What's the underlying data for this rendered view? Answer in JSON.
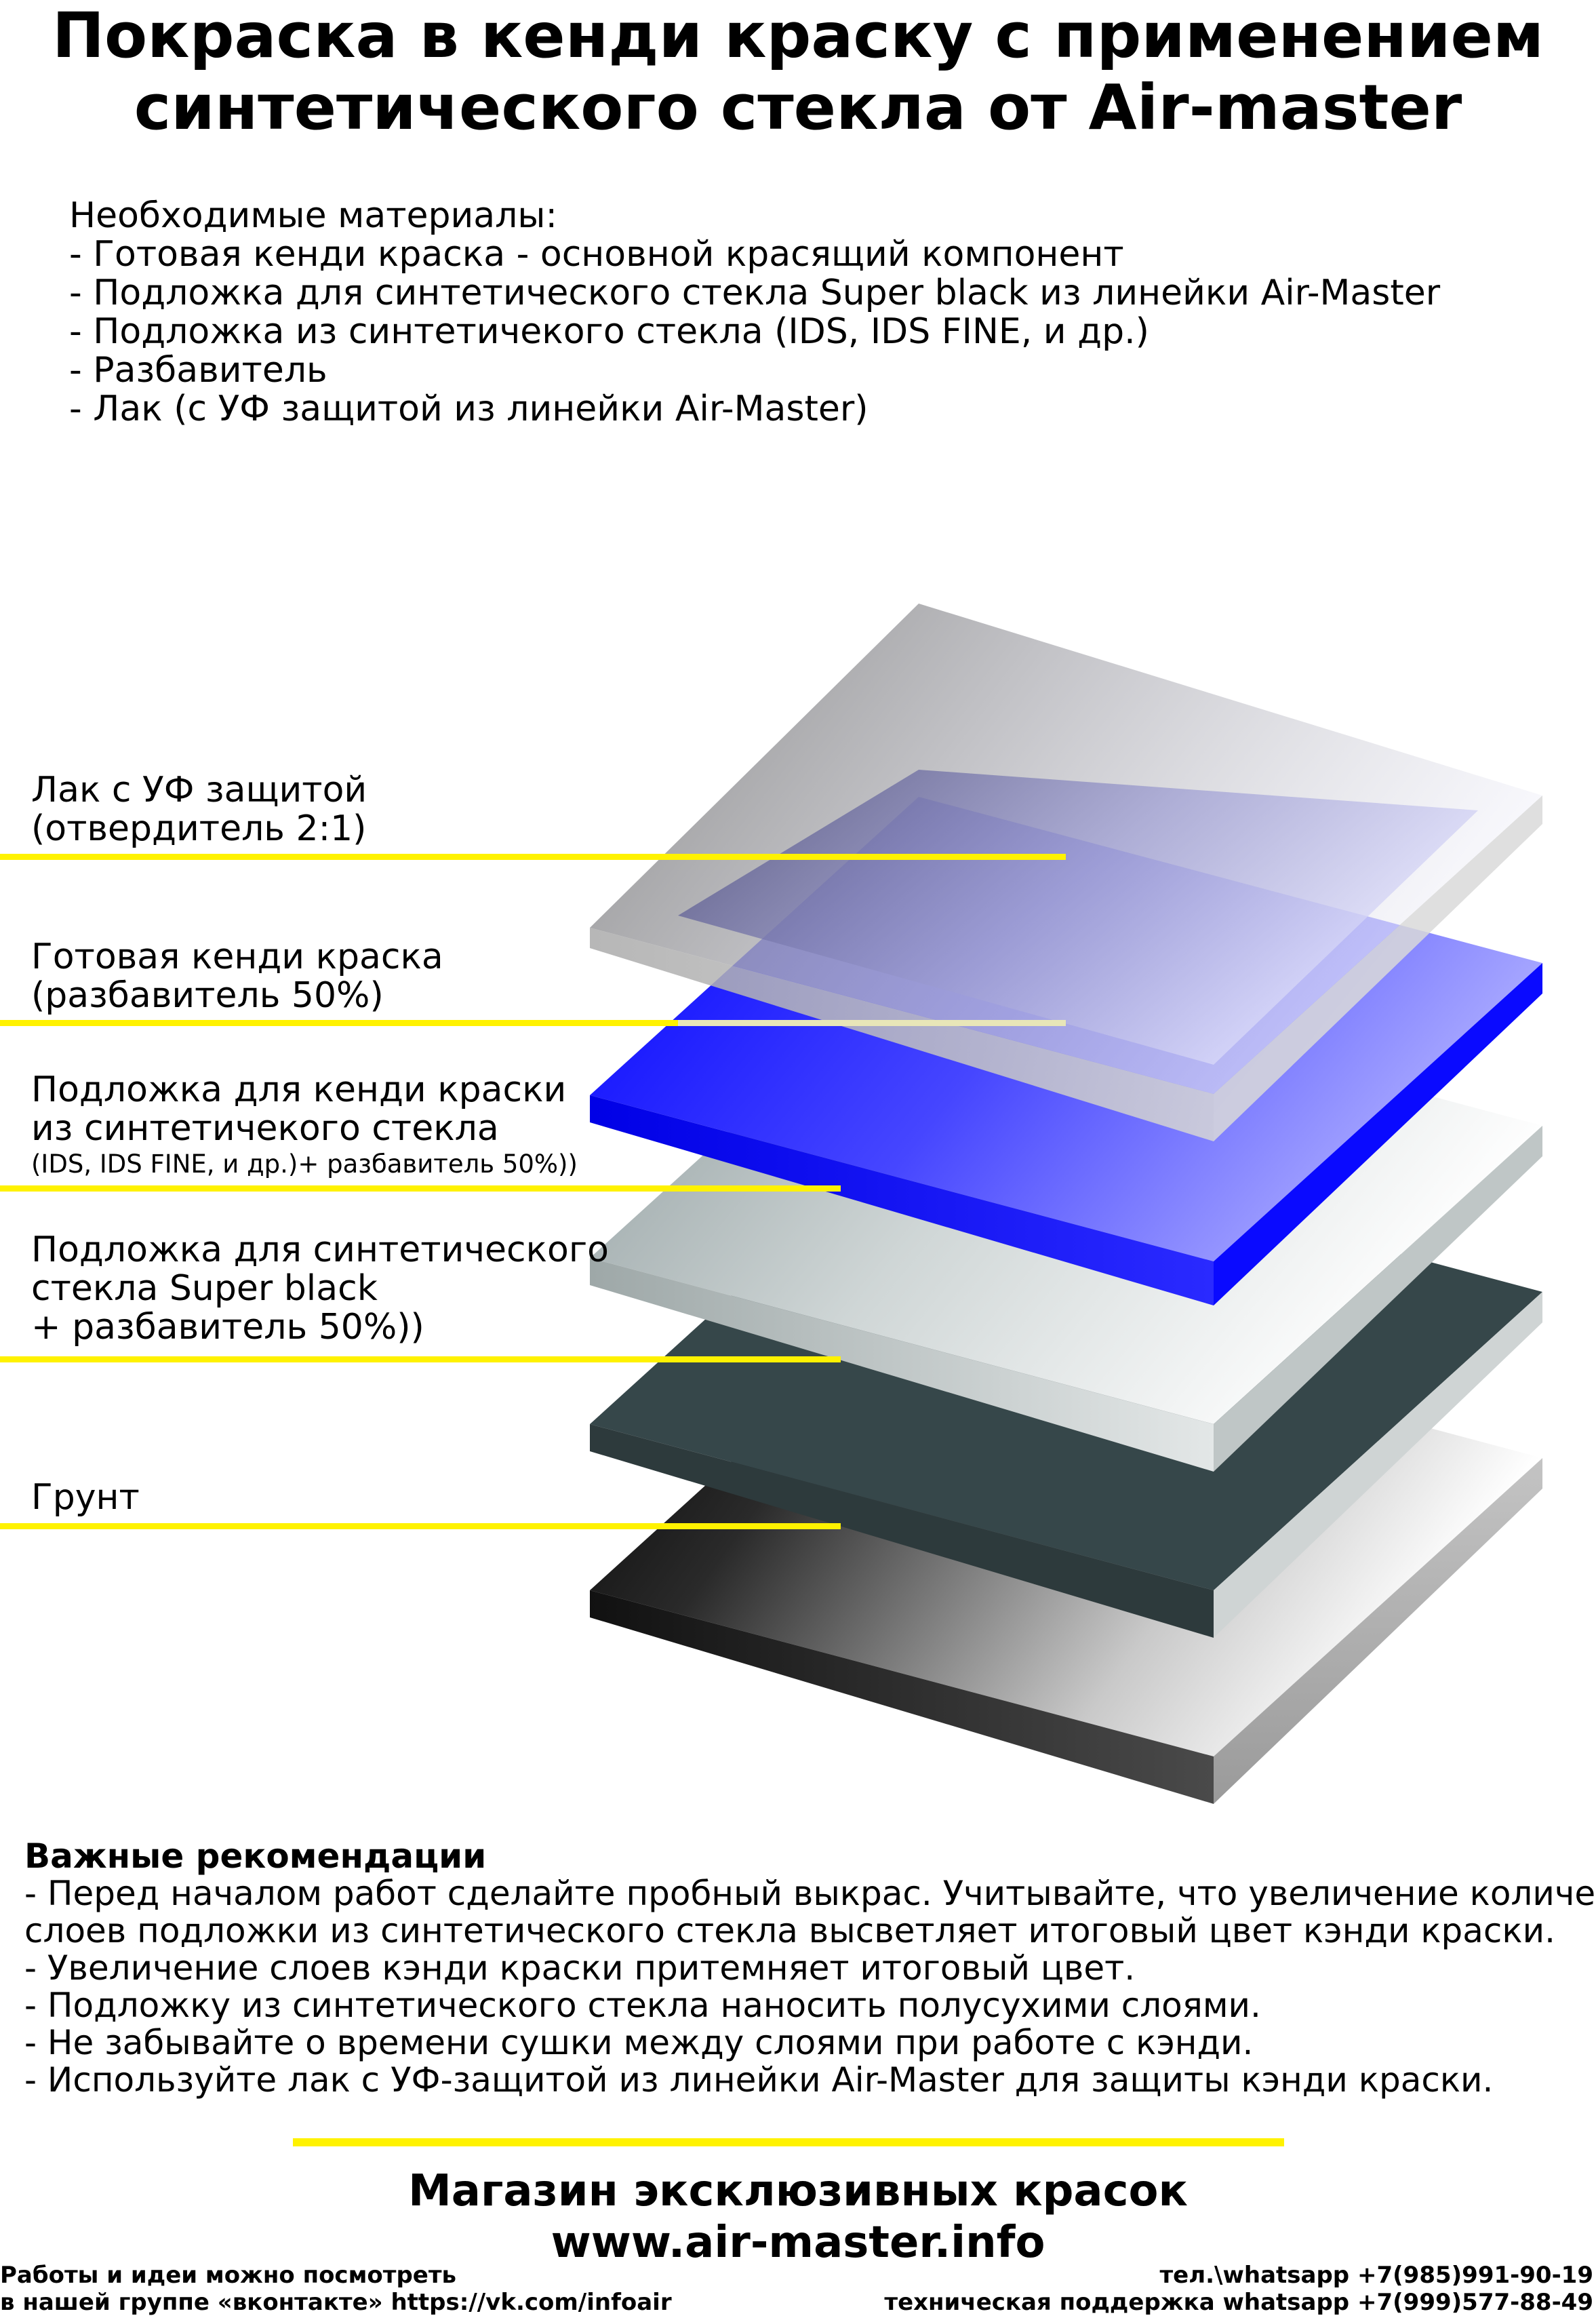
{
  "title": {
    "line1": "Покраска в кенди краску с применением",
    "line2": "синтетического стекла от Air-master"
  },
  "materials": {
    "heading": "Необходимые материалы:",
    "items": [
      "- Готовая кенди краска - основной красящий компонент",
      "- Подложка для синтетического стекла Super black из линейки Air-Master",
      "- Подложка из синтетичекого стекла (IDS, IDS FINE, и др.)",
      "- Разбавитель",
      "- Лак (с УФ защитой из линейки Air-Master)"
    ]
  },
  "layers": {
    "lacquer": {
      "line1": "Лак с УФ защитой",
      "line2": "(отвердитель 2:1)"
    },
    "candy": {
      "line1": "Готовая кенди краска",
      "line2": "(разбавитель 50%)"
    },
    "glass_base": {
      "line1": "Подложка для кенди краски",
      "line2": "из синтетичекого стекла",
      "line3": "(IDS, IDS FINE, и др.)+ разбавитель 50%))"
    },
    "super_black": {
      "line1": "Подложка для синтетического",
      "line2": "стекла Super black",
      "line3": "+ разбавитель 50%))"
    },
    "primer": {
      "line1": "Грунт"
    }
  },
  "colors": {
    "leader_line": "#fff200",
    "candy_blue": "#1a1aff",
    "super_black": "#36474a",
    "primer": "#111111"
  },
  "recommendations": {
    "heading": "Важные рекомендации",
    "items": [
      "- Перед началом работ сделайте пробный выкрас. Учитывайте, что увеличение количества",
      "слоев подложки из синтетического стекла высветляет итоговый цвет кэнди краски.",
      "- Увеличение слоев кэнди краски притемняет итоговый цвет.",
      "- Подложку из синтетического стекла наносить полусухими слоями.",
      "- Не забывайте о времени сушки между слоями при работе с кэнди.",
      "- Используйте лак с УФ-защитой из линейки Air-Master для защиты кэнди краски."
    ]
  },
  "shop": {
    "line1": "Магазин эксклюзивных красок",
    "line2": "www.air-master.info"
  },
  "footer": {
    "left_line1": "Работы и идеи можно посмотреть",
    "left_line2": "в нашей группе «вконтакте» https://vk.com/infoair",
    "right_line1": "тел.\\whatsapp +7(985)991-90-19",
    "right_line2": "техническая поддержка whatsapp +7(999)577-88-49"
  }
}
